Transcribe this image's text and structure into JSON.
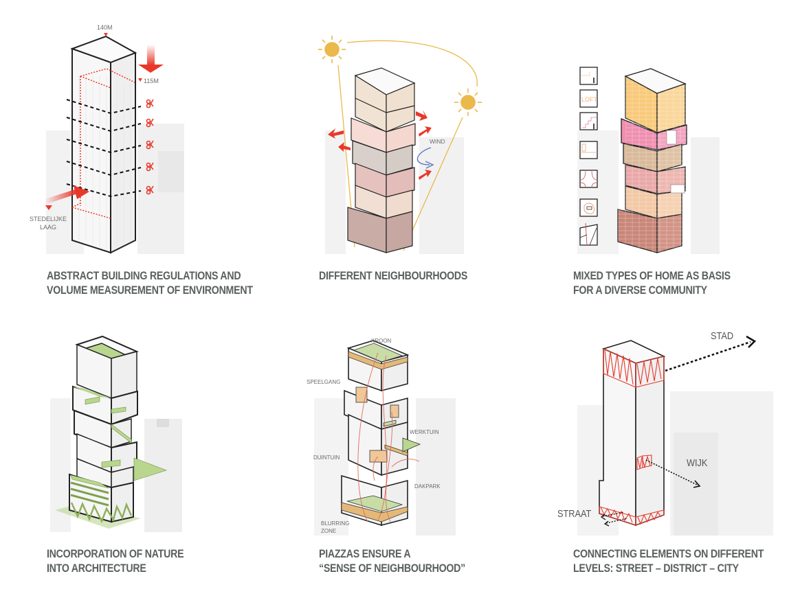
{
  "panels": [
    {
      "id": "regulations",
      "caption": [
        "ABSTRACT BUILDING REGULATIONS AND",
        "VOLUME MEASUREMENT OF ENVIRONMENT"
      ],
      "labels": {
        "top_height": "140M",
        "cut_height": "115M",
        "urban_layer": [
          "STEDELIJKE",
          "LAAG"
        ]
      },
      "cut_lines": 5,
      "accent": "#e8382a"
    },
    {
      "id": "neighbourhoods",
      "caption": [
        "DIFFERENT NEIGHBOURHOODS"
      ],
      "labels": {
        "wind": "WIND"
      },
      "block_colors": [
        "#f1e3d3",
        "#f6dcd5",
        "#d9d0cb",
        "#e6c2bf",
        "#f1dfd3",
        "#c9aca6"
      ],
      "sun_color": "#ebb84a",
      "wind_color": "#5b74c4"
    },
    {
      "id": "home-types",
      "caption": [
        "MIXED TYPES OF HOME AS BASIS",
        "FOR A DIVERSE COMMUNITY"
      ],
      "legend_icons": [
        "apartment-icon",
        "loft-icon",
        "maisonette-icon",
        "studio-icon",
        "cluster-icon",
        "patio-icon",
        "penthouse-icon"
      ],
      "legend_text": {
        "loft": "LOFT"
      },
      "block_colors": [
        "#f8c97a",
        "#ef8fb0",
        "#d9b99a",
        "#e9a8a8",
        "#f2c8a6",
        "#c98678"
      ]
    },
    {
      "id": "nature",
      "caption": [
        "INCORPORATION OF NATURE",
        "INTO ARCHITECTURE"
      ],
      "green": "#b9d68f"
    },
    {
      "id": "piazzas",
      "caption": [
        "PIAZZAS ENSURE A",
        "“SENSE OF NEIGHBOURHOOD”"
      ],
      "labels": {
        "crown": "KROON",
        "play_corridor": "SPEELGANG",
        "work_garden": "WERKTUIN",
        "dune_garden": "DUINTUIN",
        "roof_park": "DAKPARK",
        "blurring_zone": [
          "BLURRING",
          "ZONE"
        ]
      },
      "accent": "#e49a6e"
    },
    {
      "id": "connections",
      "caption": [
        "CONNECTING ELEMENTS ON DIFFERENT",
        "LEVELS: STREET – DISTRICT – CITY"
      ],
      "labels": {
        "city": "STAD",
        "district": "WIJK",
        "street": "STRAAT"
      },
      "accent": "#e8382a"
    }
  ]
}
